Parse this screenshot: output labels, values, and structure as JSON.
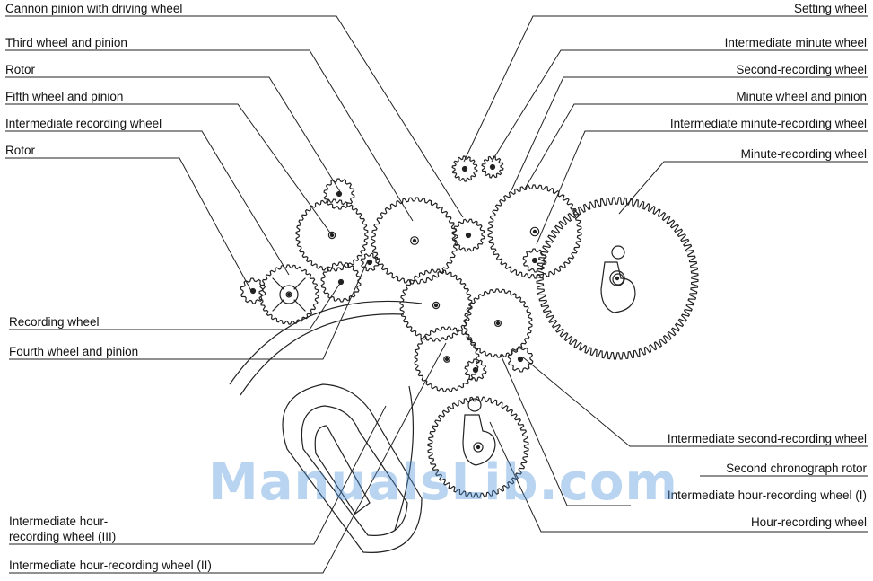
{
  "labels_left": [
    "Cannon pinion with driving wheel",
    "Third wheel and pinion",
    "Rotor",
    "Fifth wheel and pinion",
    "Intermediate recording wheel",
    "Rotor"
  ],
  "labels_right": [
    "Setting wheel",
    "Intermediate minute wheel",
    "Second-recording wheel",
    "Minute wheel and pinion",
    "Intermediate minute-recording wheel",
    "Minute-recording wheel"
  ],
  "labels_mid_left": [
    "Recording wheel",
    "Fourth wheel and pinion"
  ],
  "labels_bottom_right": [
    "Intermediate second-recording wheel",
    "Second chronograph rotor",
    "Intermediate hour-recording wheel (I)",
    "Hour-recording wheel"
  ],
  "labels_bottom_left": {
    "hour_iii_line1": "Intermediate hour-",
    "hour_iii_line2": "recording wheel (III)",
    "hour_ii": "Intermediate hour-recording wheel (II)"
  },
  "watermark": "ManualsLib.com"
}
